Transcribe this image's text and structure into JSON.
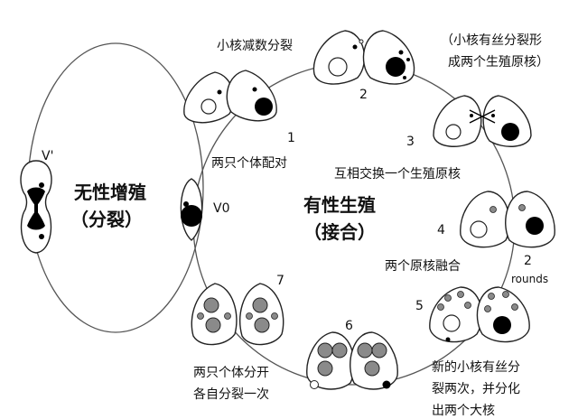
{
  "left_cycle": {
    "label_line1": "无性增殖",
    "label_line2": "（分裂）",
    "cell_mark": "V'"
  },
  "center": {
    "label_line1": "有性生殖",
    "label_line2": "（接合）",
    "cell_label": "V0"
  },
  "steps": {
    "s1": {
      "num": "1",
      "text": "两只个体配对"
    },
    "s2": {
      "num": "2",
      "text": "小核减数分裂"
    },
    "s2_note": {
      "line1": "（小核有丝分裂形",
      "line2": "成两个生殖原核）"
    },
    "s3": {
      "num": "3",
      "text": "互相交换一个生殖原核"
    },
    "s4": {
      "num": "4",
      "text": "两个原核融合"
    },
    "rounds": {
      "num": "2",
      "text": "rounds"
    },
    "s5": {
      "num": "5",
      "line1": "新的小核有丝分",
      "line2": "裂两次，并分化",
      "line3": "出两个大核"
    },
    "s6": {
      "num": "6"
    },
    "s7": {
      "num": "7",
      "line1": "两只个体分开",
      "line2": "各自分裂一次"
    }
  }
}
